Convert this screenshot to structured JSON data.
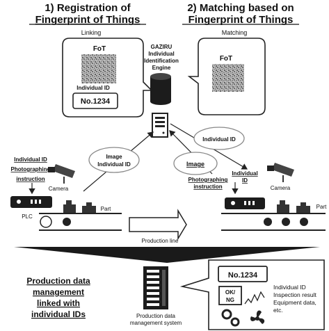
{
  "headings": {
    "registration_line1": "1) Registration of",
    "registration_line2": "Fingerprint of Things",
    "matching_line1": "2) Matching based on",
    "matching_line2": "Fingerprint of Things"
  },
  "labels": {
    "linking": "Linking",
    "matching": "Matching",
    "fot_left": "FoT",
    "fot_right": "FoT",
    "individual_id_title": "Individual ID",
    "id_value": "No.1234",
    "engine_line1": "GAZIRU",
    "engine_line2": "Individual",
    "engine_line3": "Identification",
    "engine_line4": "Engine",
    "left_oval_line1": "Image",
    "left_oval_line2": "Individual ID",
    "right_oval_top": "Individual ID",
    "right_oval_image": "Image",
    "left_instr_line1": "Individual ID",
    "left_instr_line2": "Photographing",
    "left_instr_line3": "instruction",
    "right_instr_line1": "Photographing",
    "right_instr_line2": "instruction",
    "right_ind_id_line1": "Individual",
    "right_ind_id_line2": "ID",
    "camera_left": "Camera",
    "camera_right": "Camera",
    "plc": "PLC",
    "part_left": "Part",
    "part_right": "Part",
    "production_line": "Production line",
    "mgmt_line1": "Production data",
    "mgmt_line2": "management",
    "mgmt_line3": "linked with",
    "mgmt_line4": "individual IDs",
    "system_line1": "Production data",
    "system_line2": "management system",
    "callout_id": "No.1234",
    "okng_line1": "OK/",
    "okng_line2": "NG",
    "callout_text1": "Individual ID",
    "callout_text2": "Inspection result",
    "callout_text3": "Equipment data,",
    "callout_text4": "etc."
  },
  "colors": {
    "dark": "#1a1a1a",
    "gray": "#9a9a9a",
    "light_gray": "#cfcfcf",
    "panel_fill": "#ffffff"
  }
}
